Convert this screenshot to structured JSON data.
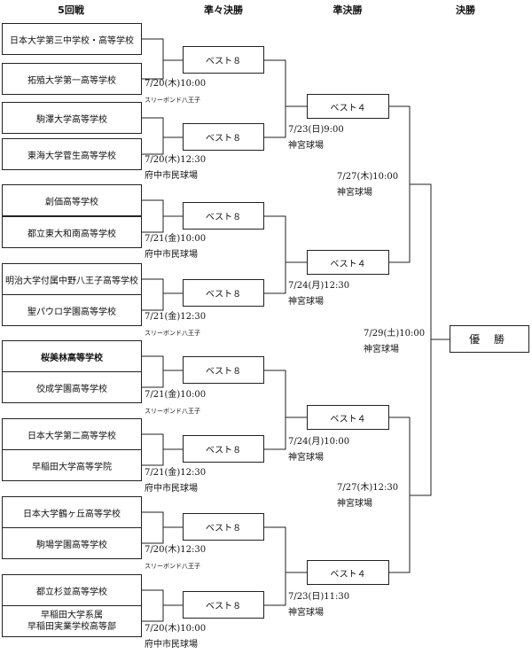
{
  "headers": {
    "r5": "5回戦",
    "qf": "準々決勝",
    "sf": "準決勝",
    "final": "決勝"
  },
  "teams": [
    {
      "name": "日本大学第三中学校・高等学校"
    },
    {
      "name": "拓殖大学第一高等学校"
    },
    {
      "name": "駒澤大学高等学校"
    },
    {
      "name": "東海大学菅生高等学校"
    },
    {
      "name": "創価高等学校"
    },
    {
      "name": "都立東大和南高等学校"
    },
    {
      "name": "明治大学付属中野八王子高等学校"
    },
    {
      "name": "聖パウロ学園高等学校"
    },
    {
      "name": "桜美林高等学校"
    },
    {
      "name": "佼成学園高等学校"
    },
    {
      "name": "日本大学第二高等学校"
    },
    {
      "name": "早稲田大学高等学院"
    },
    {
      "name": "日本大学鶴ヶ丘高等学校"
    },
    {
      "name": "駒場学園高等学校"
    },
    {
      "name": "都立杉並高等学校"
    },
    {
      "name": "早稲田大学系属",
      "line2": "早稲田実業学校高等部"
    }
  ],
  "best8_label": "ベスト８",
  "best4_label": "ベスト４",
  "champion_label": "優 勝",
  "r5_games": [
    {
      "date": "7/20(木)10:00",
      "venue": "スリーボンド八王子"
    },
    {
      "date": "7/20(木)12:30",
      "venue": "府中市民球場"
    },
    {
      "date": "7/21(金)10:00",
      "venue": "府中市民球場"
    },
    {
      "date": "7/21(金)12:30",
      "venue": "スリーボンド八王子"
    },
    {
      "date": "7/21(金)10:00",
      "venue": "スリーボンド八王子"
    },
    {
      "date": "7/21(金)12:30",
      "venue": "府中市民球場"
    },
    {
      "date": "7/20(木)12:30",
      "venue": "スリーボンド八王子"
    },
    {
      "date": "7/20(木)10:00",
      "venue": "府中市民球場"
    }
  ],
  "qf_games": [
    {
      "date": "7/23(日)9:00",
      "venue": "神宮球場"
    },
    {
      "date": "7/24(月)12:30",
      "venue": "神宮球場"
    },
    {
      "date": "7/24(月)10:00",
      "venue": "神宮球場"
    },
    {
      "date": "7/23(日)11:30",
      "venue": "神宮球場"
    }
  ],
  "sf_games": [
    {
      "date": "7/27(木)10:00",
      "venue": "神宮球場"
    },
    {
      "date": "7/27(木)12:30",
      "venue": "神宮球場"
    }
  ],
  "final_game": {
    "date": "7/29(土)10:00",
    "venue": "神宮球場"
  }
}
